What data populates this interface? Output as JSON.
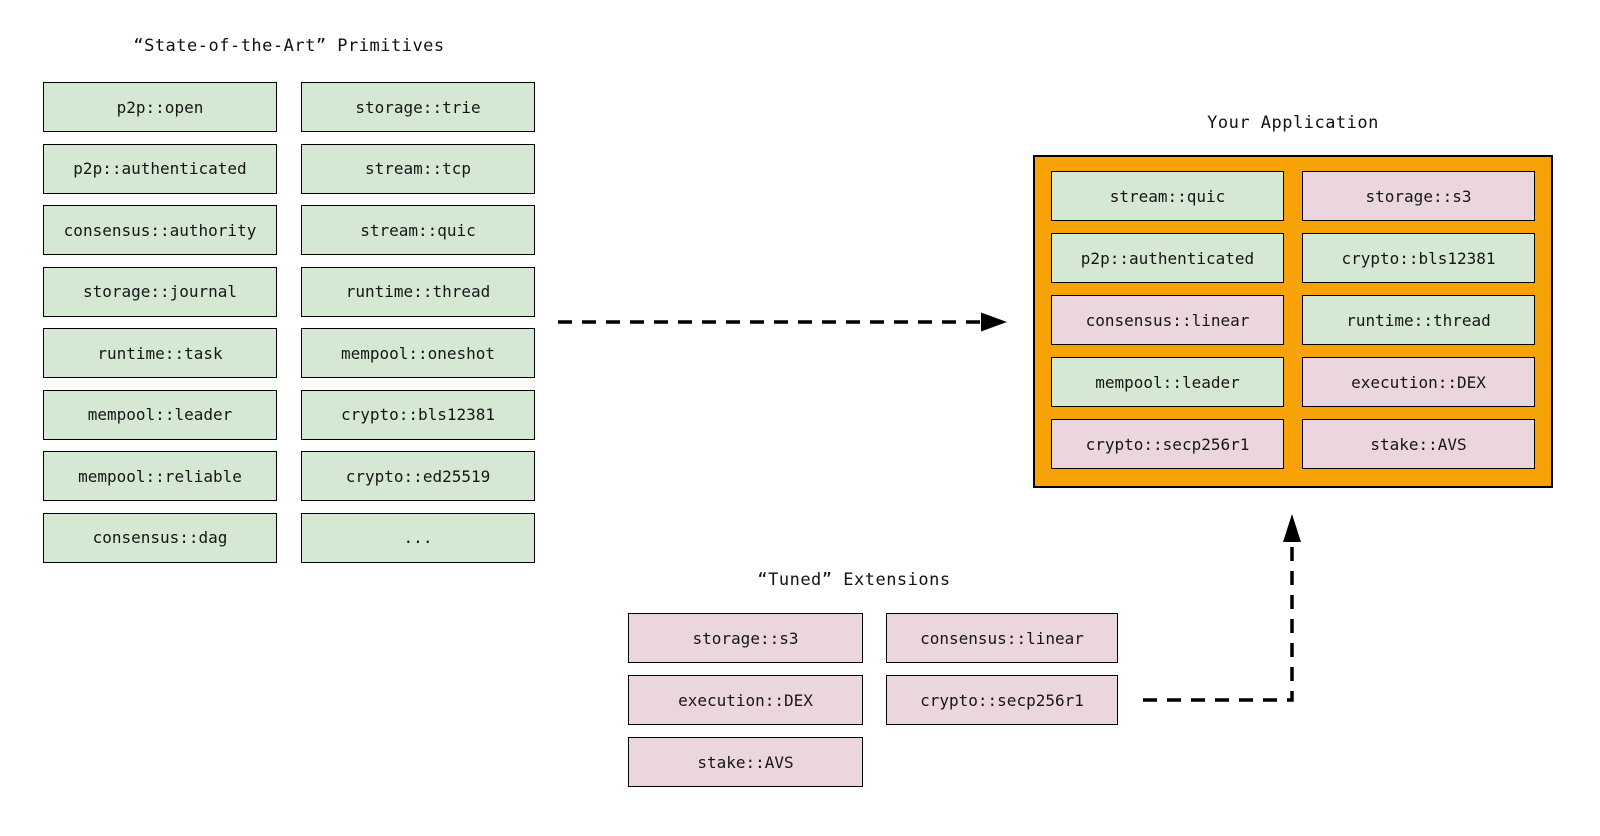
{
  "titles": {
    "primitives": "“State-of-the-Art” Primitives",
    "application": "Your Application",
    "extensions": "“Tuned” Extensions"
  },
  "primitives": {
    "col1": [
      "p2p::open",
      "p2p::authenticated",
      "consensus::authority",
      "storage::journal",
      "runtime::task",
      "mempool::leader",
      "mempool::reliable",
      "consensus::dag"
    ],
    "col2": [
      "storage::trie",
      "stream::tcp",
      "stream::quic",
      "runtime::thread",
      "mempool::oneshot",
      "crypto::bls12381",
      "crypto::ed25519",
      "..."
    ]
  },
  "application": {
    "cells": [
      {
        "label": "stream::quic",
        "kind": "primitive"
      },
      {
        "label": "storage::s3",
        "kind": "extension"
      },
      {
        "label": "p2p::authenticated",
        "kind": "primitive"
      },
      {
        "label": "crypto::bls12381",
        "kind": "primitive"
      },
      {
        "label": "consensus::linear",
        "kind": "extension"
      },
      {
        "label": "runtime::thread",
        "kind": "primitive"
      },
      {
        "label": "mempool::leader",
        "kind": "primitive"
      },
      {
        "label": "execution::DEX",
        "kind": "extension"
      },
      {
        "label": "crypto::secp256r1",
        "kind": "extension"
      },
      {
        "label": "stake::AVS",
        "kind": "extension"
      }
    ]
  },
  "extensions": {
    "col1": [
      "storage::s3",
      "execution::DEX",
      "stake::AVS"
    ],
    "col2": [
      "consensus::linear",
      "crypto::secp256r1"
    ]
  },
  "colors": {
    "primitive_fill": "#d5e8d4",
    "extension_fill": "#ebd5df",
    "application_fill": "#f7a207",
    "border": "#000000",
    "arrow": "#000000"
  }
}
